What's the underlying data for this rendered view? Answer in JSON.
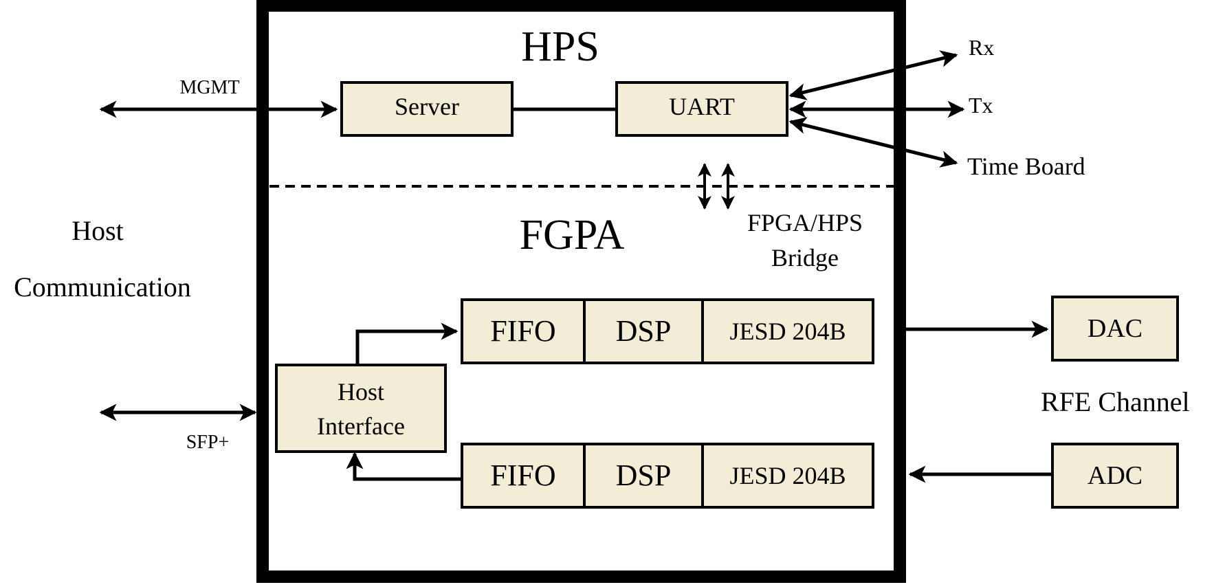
{
  "diagram": {
    "hps_title": "HPS",
    "fpga_title": "FGPA",
    "host_comm": {
      "line1": "Host",
      "line2": "Communication"
    },
    "mgmt_label": "MGMT",
    "sfp_label": "SFP+",
    "server_label": "Server",
    "uart_label": "UART",
    "rx_label": "Rx",
    "tx_label": "Tx",
    "time_board_label": "Time Board",
    "bridge": {
      "line1": "FPGA/HPS",
      "line2": "Bridge"
    },
    "host_interface": {
      "line1": "Host",
      "line2": "Interface"
    },
    "tx_chain": {
      "fifo": "FIFO",
      "dsp": "DSP",
      "jesd": "JESD 204B"
    },
    "rx_chain": {
      "fifo": "FIFO",
      "dsp": "DSP",
      "jesd": "JESD 204B"
    },
    "dac_label": "DAC",
    "adc_label": "ADC",
    "rfe_label": "RFE Channel"
  },
  "colors": {
    "block_fill": "#f3ecd7",
    "stroke": "#000000",
    "background": "#ffffff"
  }
}
